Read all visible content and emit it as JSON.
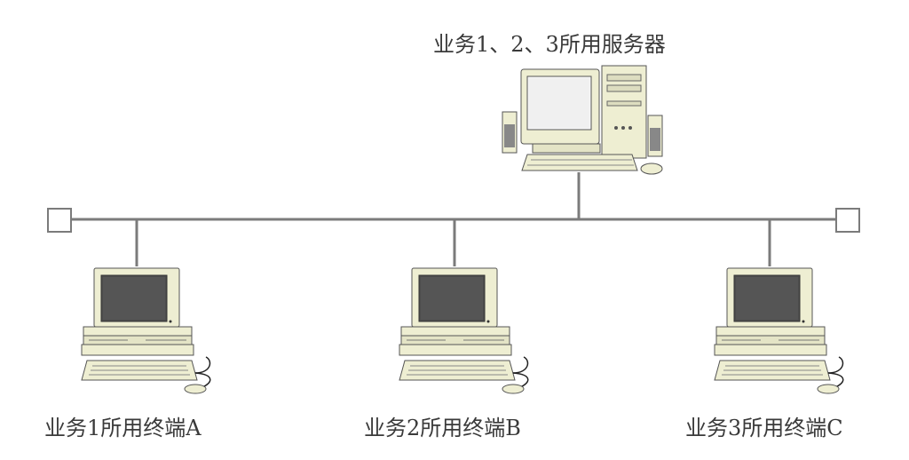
{
  "server": {
    "label": "业务1、2、3所用服务器"
  },
  "terminals": [
    {
      "label": "业务1所用终端A"
    },
    {
      "label": "业务2所用终端B"
    },
    {
      "label": "业务3所用终端C"
    }
  ],
  "colors": {
    "line": "#7b7b7b",
    "terminator": "#7b7b7b",
    "case": "#eeeed2",
    "case_shadow": "#c9c9a8",
    "screen": "#4d4d4d",
    "outline": "#555555"
  }
}
